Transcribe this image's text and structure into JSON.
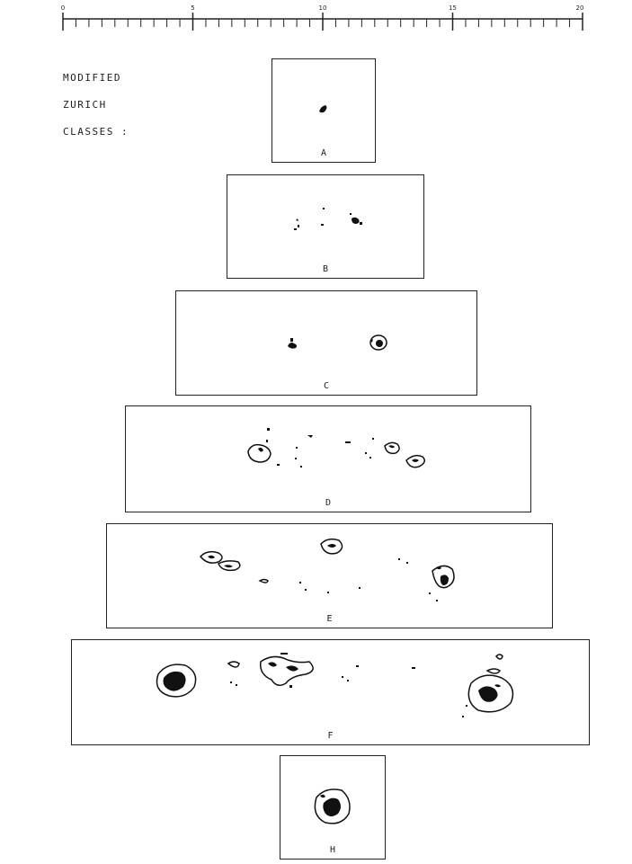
{
  "scale": {
    "labels": [
      "0",
      "5",
      "10",
      "15",
      "20"
    ]
  },
  "heading": {
    "line1": "MODIFIED",
    "line2": "ZURICH",
    "line3": "CLASSES :"
  },
  "panels": [
    {
      "label": "A"
    },
    {
      "label": "B"
    },
    {
      "label": "C"
    },
    {
      "label": "D"
    },
    {
      "label": "E"
    },
    {
      "label": "F"
    },
    {
      "label": "H"
    }
  ],
  "colors": {
    "ink": "#222222",
    "background": "#ffffff"
  }
}
